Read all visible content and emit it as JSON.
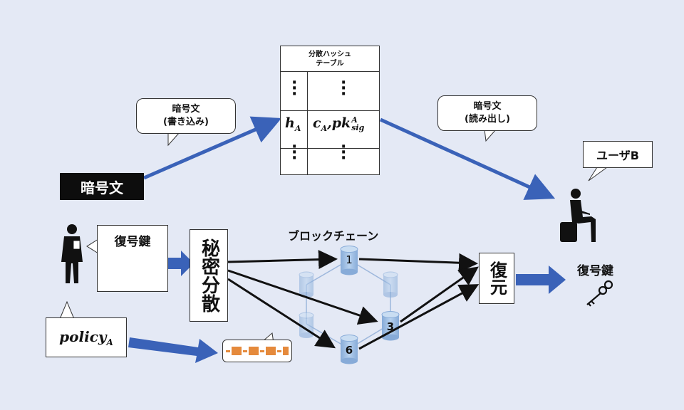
{
  "dht": {
    "title_line1": "分散ハッシュ",
    "title_line2": "テーブル",
    "key": "h",
    "key_sub": "A",
    "value_c": "c",
    "value_c_sub": "A",
    "value_sep": ",",
    "value_pk": "pk",
    "value_pk_sup": "A",
    "value_pk_sub": "sig"
  },
  "callouts": {
    "write_line1": "暗号文",
    "write_line2": "(書き込み)",
    "read_line1": "暗号文",
    "read_line2": "(読み出し)",
    "user_b": "ユーザB",
    "decrypt_key": "復号鍵",
    "policy": "policy",
    "policy_sub": "A"
  },
  "labels": {
    "ciphertext": "暗号文",
    "secret_sharing": "秘密分散",
    "blockchain": "ブロックチェーン",
    "restore": "復元",
    "decrypt_key_right": "復号鍵"
  },
  "nodes": [
    "1",
    "3",
    "6"
  ],
  "colors": {
    "arrow_blue": "#3a62b8",
    "node_blue": "#9dbfe3",
    "chain_orange": "#e58a3c",
    "background": "#e4e9f5"
  },
  "icons": [
    "key-icon",
    "businessman-icon",
    "seated-woman-icon",
    "cylinder-icon"
  ]
}
